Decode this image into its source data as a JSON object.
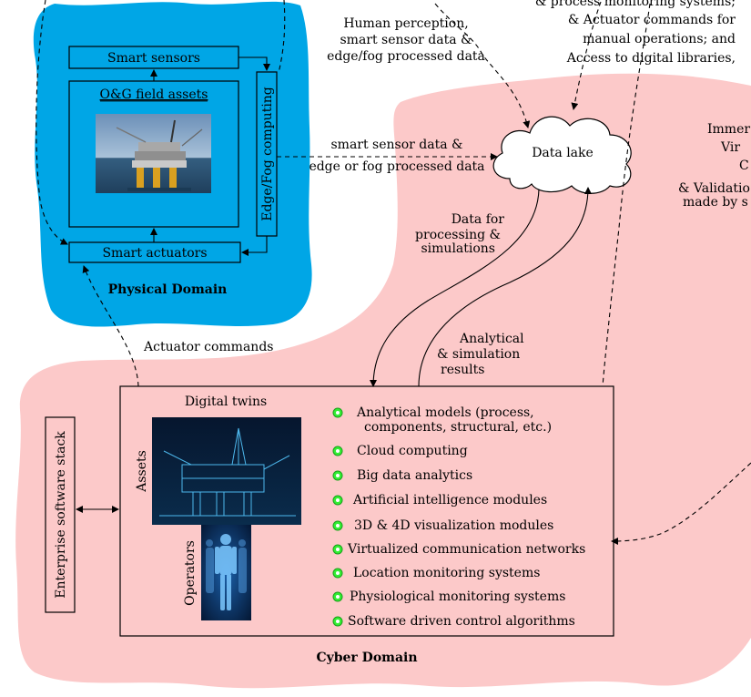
{
  "physical_domain": {
    "title": "Physical Domain",
    "smart_sensors": "Smart sensors",
    "field_assets": "O&G field assets",
    "edge_fog": "Edge/Fog computing",
    "smart_actuators": "Smart actuators",
    "colors": {
      "background": "#00a6e6"
    }
  },
  "cyber_domain": {
    "title": "Cyber Domain",
    "enterprise_stack": "Enterprise software stack",
    "digital_twins": "Digital twins",
    "assets_label": "Assets",
    "operators_label": "Operators",
    "capabilities": [
      "Analytical models (process,",
      "components, structural, etc.)",
      "Cloud computing",
      "Big data analytics",
      "Artificial intelligence modules",
      "3D & 4D visualization modules",
      "Virtualized communication networks",
      "Location monitoring systems",
      "Physiological monitoring systems",
      "Software driven control algorithms"
    ],
    "colors": {
      "background": "#fcc9c9",
      "bullet": "#33ee33"
    }
  },
  "data_lake": "Data lake",
  "annotations": {
    "top_left": [
      "Human perception,",
      "smart sensor data &",
      "edge/fog processed data"
    ],
    "top_right": [
      "& process monitoring systems;",
      "& Actuator commands for",
      "manual operations; and",
      "Access to digital libraries,"
    ],
    "middle": [
      "smart sensor data &",
      "edge or fog processed data"
    ],
    "for_processing": [
      "Data for",
      "processing &",
      "simulations"
    ],
    "results": [
      "Analytical",
      "& simulation",
      "results"
    ],
    "actuator_commands": "Actuator commands",
    "right_cut": [
      "Immer",
      "Vir",
      "C",
      "& Validatio",
      "made by s"
    ]
  }
}
